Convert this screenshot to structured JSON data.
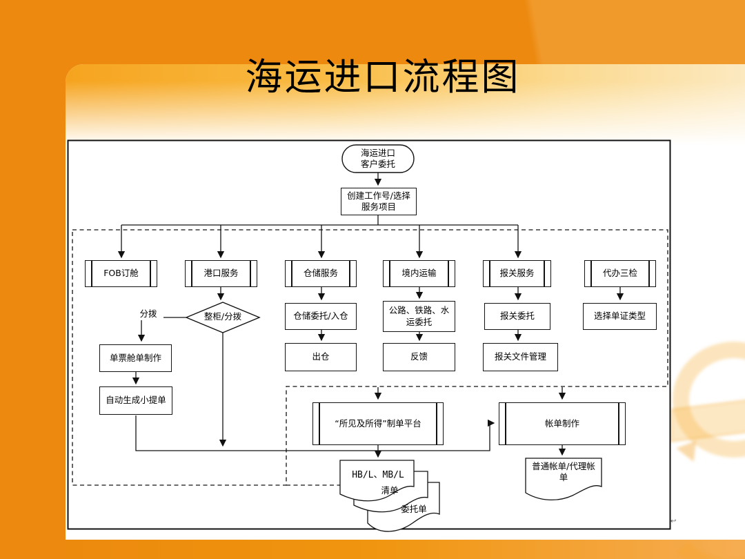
{
  "slide": {
    "title": "海运进口流程图"
  },
  "colors": {
    "background_orange": "#EC890E",
    "panel_gold": "#F6A41F",
    "box_border": "#111111",
    "box_fill": "#FFFFFF"
  },
  "nodes": {
    "start": "海运进口\n客户委托",
    "create_job": "创建工作号/选择\n服务项目",
    "fob": "FOB订舱",
    "port": "港口服务",
    "warehouse": "仓储服务",
    "transport": "境内运输",
    "customs": "报关服务",
    "inspection": "代办三检",
    "branch_label": "分拨",
    "decision": "整柜/分拨",
    "warehouse_entrust": "仓储委托/入仓",
    "road_rail_water": "公路、铁路、水\n运委托",
    "customs_entrust": "报关委托",
    "doc_type": "选择单证类型",
    "manifest": "单票舱单制作",
    "auto_do": "自动生成小提单",
    "outbound": "出仓",
    "feedback": "反馈",
    "customs_files": "报关文件管理",
    "platform": "“所见及所得”制单平台",
    "billing": "帐单制作",
    "bl": "HB/L、MB/L",
    "list": "清单",
    "entrust": "委托单",
    "bill_output": "普通帐单/代理帐\n单"
  }
}
